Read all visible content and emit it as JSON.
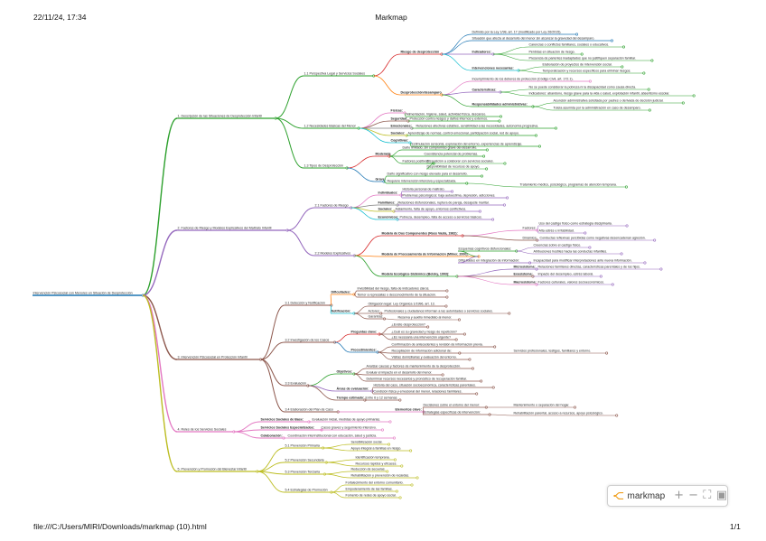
{
  "header": {
    "datetime": "22/11/24, 17:34",
    "title": "Markmap"
  },
  "footer": {
    "path": "file:///C:/Users/MIRI/Downloads/markmap (10).html",
    "page": "1/1"
  },
  "toolbar": {
    "label": "markmap",
    "zoom_in": "+",
    "zoom_out": "−",
    "fit": "⛶",
    "toggle": "▣"
  },
  "colors": {
    "b1": "#2ca02c",
    "b2": "#9467bd",
    "b3": "#8c564b",
    "b4": "#e377c2",
    "b5": "#bcbd22",
    "accent": "#ff7f0e",
    "blue": "#1f77b4",
    "red": "#d62728",
    "cyan": "#17becf",
    "gray": "#7f7f7f"
  },
  "mindmap": {
    "root": "Intervención Psicosocial con Menores en Situación de Desprotección",
    "branches": [
      {
        "label": "1. Descripción de las Situaciones de Desprotección Infantil"
      },
      {
        "label": "2. Factores de Riesgo y Modelos Explicativos del Maltrato Infantil"
      },
      {
        "label": "3. Intervención Psicosocial en Protección Infantil"
      },
      {
        "label": "4. Roles de los Servicios Sociales"
      },
      {
        "label": "5. Prevención y Promoción del Bienestar Infantil"
      }
    ],
    "nodes": {
      "s11": "1.1 Perspectiva Legal y Servicios Sociales",
      "riesgo": "Riesgo de desprotección",
      "r1": "Definido por la Ley 1/98, art. 17 (modificado por Ley 26/2015).",
      "r2": "Situación que afecta al desarrollo del menor sin alcanzar la gravedad del desamparo.",
      "ind1": "Indicadores:",
      "ind1a": "Carencias o conflictos familiares, sociales o educativos.",
      "ind1b": "Pérdidas en situación de riesgo.",
      "ind1c": "Presencia de parientes inadaptados que no justifiquen separación familiar.",
      "intv": "Intervenciones necesarias:",
      "intva": "Elaboración de proyectos de intervención social.",
      "intvb": "Temporalización y recursos específicos para eliminar riesgos.",
      "desamparo": "Desprotección/desamparo",
      "d1": "Incumplimiento de los deberes de protección (Código Civil, art. 172.1).",
      "car": "Características:",
      "cara": "No se puede considerar la pobreza ni la discapacidad como causa directa.",
      "carb": "Indicadores: abandono, riesgo grave para la vida o salud, explotación infantil, absentismo escolar.",
      "resp": "Responsabilidades administrativas:",
      "respa": "Asunción administrativa solicitada por padres o derivada de decisión judicial.",
      "respb": "Tutela asumida por la administración en caso de desamparo.",
      "s12": "1.2 Necesidades Básicas del Menor",
      "fis": "Físicas:",
      "fisv": "Alimentación, higiene, salud, actividad física, descanso.",
      "seg": "Seguridad:",
      "segv": "Protección contra riesgos y daños internos y externos.",
      "emo": "Emocionales:",
      "emov": "Relaciones afectivas estables, sensibilidad a las necesidades, autonomía progresiva.",
      "soc": "Sociales:",
      "socv": "Aprendizaje de normas, control emocional, participación social, red de apoyo.",
      "cog": "Cognitivas:",
      "cogv": "Estimulación sensorial, exploración del entorno, experiencias de aprendizaje.",
      "s13": "1.3 Tipos de Desprotección",
      "mod": "Moderada",
      "moda": "Daño limitado, sin compromiso grave del desarrollo.",
      "modb": "Coexistencia potencial de problemas.",
      "modc": "Factores positivos:",
      "modc1": "Disposición a colaborar con servicios sociales.",
      "modc2": "Disponibilidad de recursos de apoyo.",
      "grave": "Grave",
      "gravea": "Daño significativo con riesgo elevado para el desarrollo.",
      "graveb": "Requiere intervención intensiva y especializada.",
      "gravec": "Tratamiento médico, psicológico, programas de atención temprana.",
      "s21": "2.1 Factores de Riesgo",
      "indiv": "Individuales:",
      "indiva": "Historia personal de maltrato.",
      "indivb": "Problemas psicológicos: baja autoestima, depresión, adicciones.",
      "fam": "Familiares:",
      "famv": "Relaciones disfuncionales, ruptura de pareja, desajuste marital.",
      "soc2": "Sociales:",
      "soc2v": "Aislamiento, falta de apoyo, entornos conflictivos.",
      "eco": "Económicos:",
      "ecov": "Pobreza, desempleo, falta de acceso a servicios básicos.",
      "s22": "2.2 Modelos Explicativos",
      "m1": "Modelo de Dos Componentes (Ross Vasta, 1982):",
      "m1a": "Factores:",
      "m1a1": "Uso del castigo físico como estrategia disciplinaria.",
      "m1a2": "Alta estrés e irritabilidad.",
      "m1b": "Dinámica:",
      "m1b1": "Conductas reflexivas percibidas como negativas desencadenan agresión.",
      "m2": "Modelo de Procesamiento de Información (Milner, 2000):",
      "m2a": "Esquemas cognitivos disfuncionales:",
      "m2a1": "Creencias sobre el castigo físico.",
      "m2a2": "Atribuciones hostiles hacia las conductas infantiles.",
      "m2b": "Dificultades en integración de información:",
      "m2b1": "Incapacidad para modificar interpretaciones ante nueva información.",
      "m3": "Modelo Ecológico-Sistémico (Belsky, 1993):",
      "micro": "Microsistema:",
      "microv": "Relaciones familiares directas, características parentales y de los hijos.",
      "exo": "Exosistema:",
      "exov": "Impacto del desempleo, estrés laboral.",
      "macro": "Macrosistema:",
      "macrov": "Factores culturales, valores socioeconómicos.",
      "s31": "3.1 Detección y Notificación",
      "dif": "Dificultades:",
      "difa": "Invisibilidad del riesgo, falta de indicadores claros.",
      "difb": "Temor a represalias o desconocimiento de la situación.",
      "not": "Notificación:",
      "nota": "Obligación legal: Ley Orgánica 1/1996, art. 13.",
      "notb": "Actores:",
      "notb1": "Profesionales y ciudadanos informan a las autoridades o servicios sociales.",
      "notc": "Garantías:",
      "notc1": "Reserva y auxilio inmediato al menor.",
      "s32": "3.2 Investigación de los Casos",
      "pc": "Preguntas clave:",
      "pca": "¿Existe desprotección?",
      "pcb": "¿Cuál es su gravedad y riesgo de repetición?",
      "pcc": "¿Es necesaria una intervención urgente?",
      "proc": "Procedimientos:",
      "proca": "Confirmación de antecedentes y revisión de información previa.",
      "procb": "Recopilación de información adicional de:",
      "procb1": "Servicios profesionales, testigos, familiares y entorno.",
      "procc": "Visitas domiciliarias y evaluación del entorno.",
      "s33": "3.3 Evaluación",
      "obj": "Objetivos:",
      "obja": "Analizar causas y factores de mantenimiento de la desprotección.",
      "objb": "Evaluar el impacto en el desarrollo del menor.",
      "objc": "Determinar recursos necesarios y pronóstico de recuperación familiar.",
      "area": "Áreas de evaluación:",
      "areaa": "Historia del caso, situación socioeconómica, características parentales.",
      "areab": "Condición física y emocional del menor, relaciones familiares.",
      "tiempo": "Tiempo estimado:",
      "tiempov": "Entre 6 y 12 semanas.",
      "s34": "3.4 Elaboración del Plan de Caso",
      "elem": "Elementos clave:",
      "elema": "Decisiones sobre el entorno del menor:",
      "elema1": "Mantenimiento o separación del hogar.",
      "elemb": "Estrategias específicas de intervención:",
      "elemb1": "Rehabilitación parental, acceso a recursos, apoyo psicológico.",
      "ssb": "Servicios Sociales de Base:",
      "ssbv": "Evaluación inicial, medidas de apoyo primarias.",
      "sse": "Servicios Sociales Especializados:",
      "ssev": "Casos graves y seguimiento intensivo.",
      "colab": "Colaboración:",
      "colabv": "Coordinación interinstitucional con educación, salud y justicia.",
      "s51": "5.1 Prevención Primaria",
      "s51a": "Sensibilización social.",
      "s51b": "Apoyo integral a familias en riesgo.",
      "s52": "5.2 Prevención Secundaria",
      "s52a": "Identificación temprana.",
      "s52b": "Recursos rápidos y eficaces.",
      "s53": "5.3 Prevención Terciaria",
      "s53a": "Reducción de secuelas.",
      "s53b": "Rehabilitación y prevención de recaídas.",
      "s54": "5.4 Estrategias de Promoción",
      "s54a": "Fortalecimiento del entorno comunitario.",
      "s54b": "Empoderamiento de las familias.",
      "s54c": "Fomento de redes de apoyo social."
    }
  }
}
